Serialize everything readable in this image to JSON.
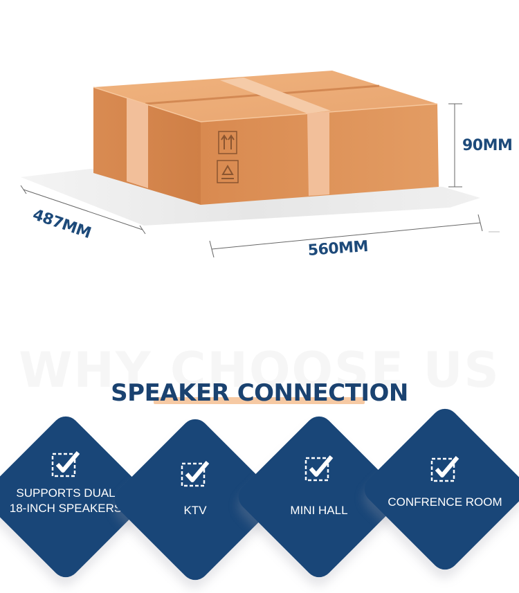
{
  "package": {
    "width_label": "487MM",
    "length_label": "560MM",
    "height_label": "90MM"
  },
  "section": {
    "watermark": "WHY CHOOSE US",
    "title": "SPEAKER CONNECTION"
  },
  "features": [
    {
      "label_line1": "SUPPORTS DUAL",
      "label_line2": "18-INCH SPEAKERS",
      "icon": "checkbox-check-icon"
    },
    {
      "label_line1": "KTV",
      "icon": "checkbox-check-icon"
    },
    {
      "label_line1": "MINI HALL",
      "icon": "checkbox-check-icon"
    },
    {
      "label_line1": "CONFRENCE ROOM",
      "icon": "checkbox-check-icon"
    }
  ],
  "colors": {
    "navy": "#194678",
    "title": "#1a4270",
    "box": "#e19a62",
    "tape": "#f2bf9a",
    "accent_underline": "#f6c9a3"
  }
}
